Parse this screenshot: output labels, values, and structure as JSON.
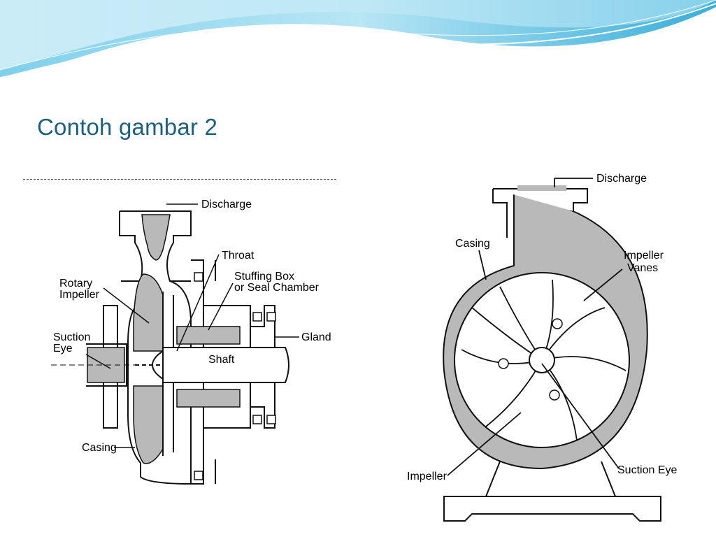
{
  "slide": {
    "title": "Contoh gambar  2"
  },
  "diagram_left": {
    "labels": {
      "discharge": "Discharge",
      "throat": "Throat",
      "stuffing_box_1": "Stuffing Box",
      "stuffing_box_2": "or Seal Chamber",
      "rotary_1": "Rotary",
      "rotary_2": "Impeller",
      "suction_1": "Suction",
      "suction_2": "Eye",
      "gland": "Gland",
      "shaft": "Shaft",
      "casing": "Casing"
    }
  },
  "diagram_right": {
    "labels": {
      "discharge": "Discharge",
      "casing": "Casing",
      "vanes_1": "Impeller",
      "vanes_2": "Vanes",
      "impeller": "Impeller",
      "suction_eye": "Suction Eye"
    }
  },
  "colors": {
    "title": "#1f5f78",
    "fluid_fill": "#b9b9b9",
    "line": "#111111",
    "wave_light": "#bfe7f4",
    "wave_dark": "#3fb3dc"
  }
}
